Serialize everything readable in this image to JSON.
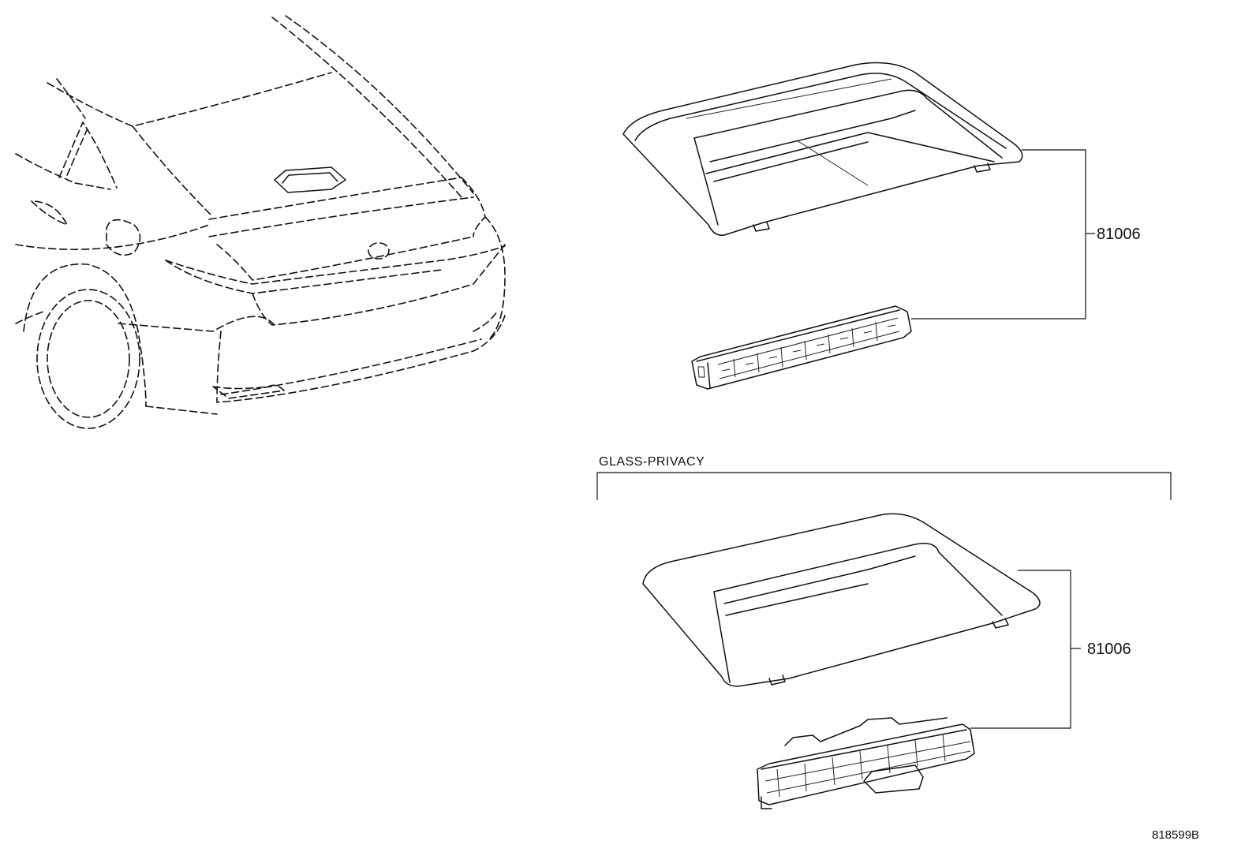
{
  "parts": {
    "upper_callout": "81006",
    "lower_callout": "81006"
  },
  "group_label": "GLASS-PRIVACY",
  "figure_ref": "818599B"
}
